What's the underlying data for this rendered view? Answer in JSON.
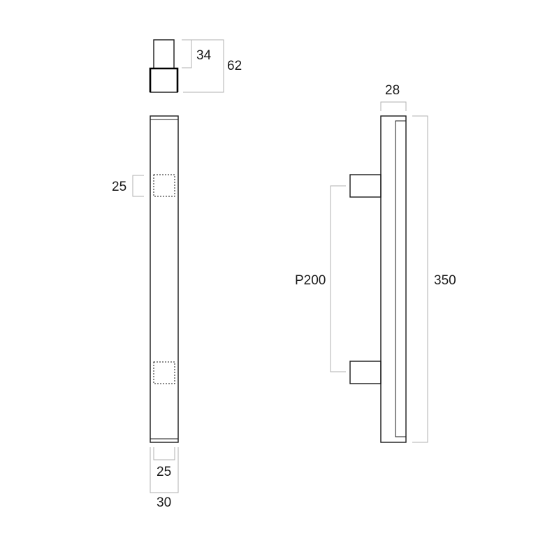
{
  "top_view": {
    "dim_post_height": "34",
    "dim_total_height": "62"
  },
  "front_view": {
    "dim_post_square": "25",
    "dim_post_width": "25",
    "dim_bar_width": "30"
  },
  "side_view": {
    "dim_depth": "28",
    "dim_pitch": "P200",
    "dim_length": "350"
  },
  "colors": {
    "line": "#1a1a1a",
    "extension": "#b0b0b0",
    "background": "#ffffff"
  }
}
